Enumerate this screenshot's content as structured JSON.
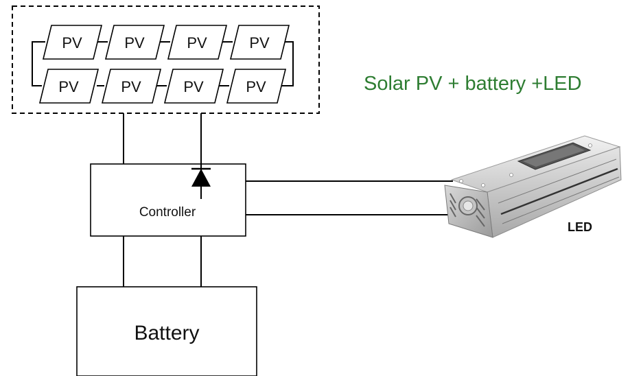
{
  "title": "Solar PV + battery +LED",
  "title_color": "#2e7d32",
  "pv_label": "PV",
  "pv_rows": [
    [
      "PV",
      "PV",
      "PV",
      "PV"
    ],
    [
      "PV",
      "PV",
      "PV",
      "PV"
    ]
  ],
  "controller_label": "Controller",
  "battery_label": "Battery",
  "led_label": "LED",
  "icons": [
    "diode-icon",
    "led-fixture-icon"
  ]
}
